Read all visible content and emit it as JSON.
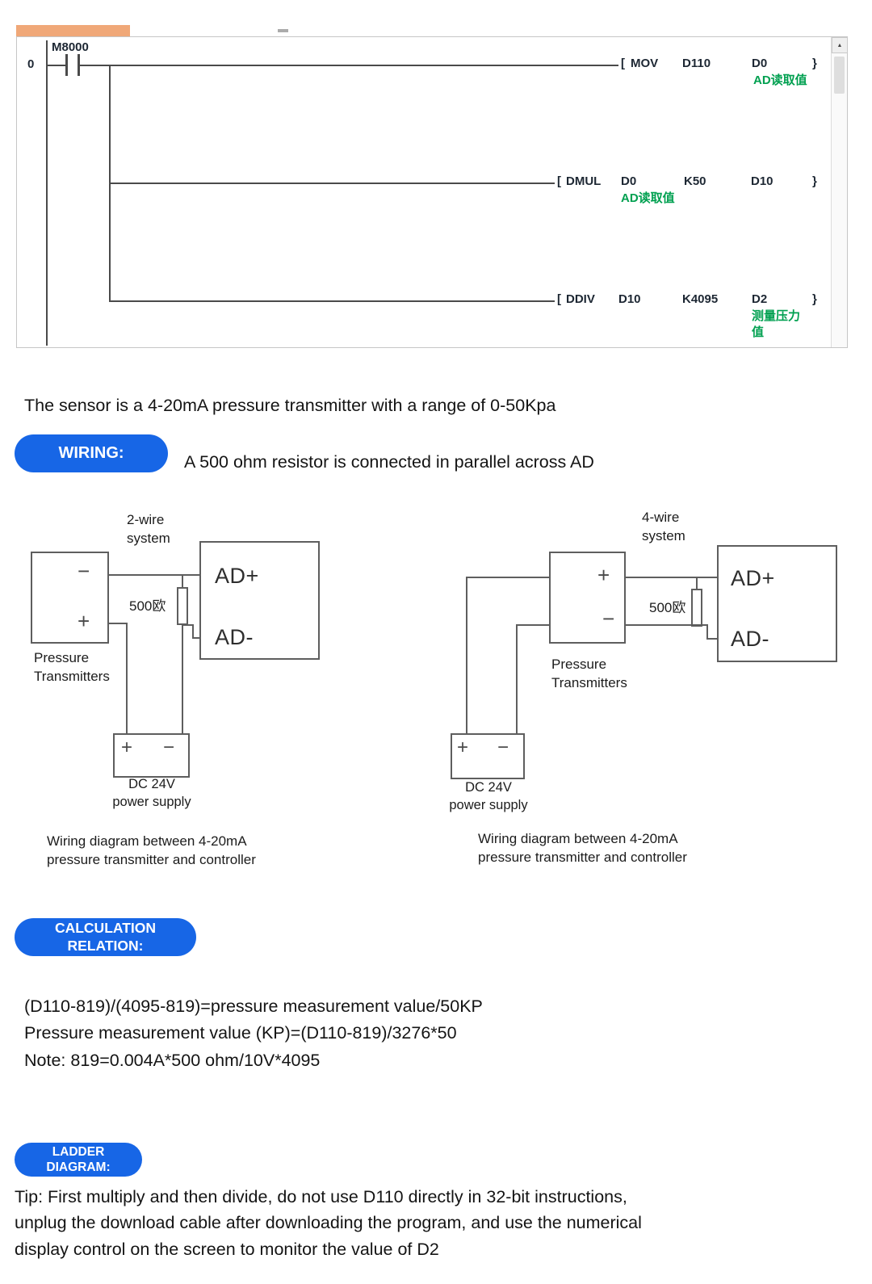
{
  "chrome": {
    "scroll_up_icon": "▲"
  },
  "ladder": {
    "rung_number": "0",
    "contact_label": "M8000",
    "rows": [
      {
        "open": "[",
        "instr": "MOV",
        "ops": [
          "D110",
          "D0"
        ],
        "close": "}",
        "annotation": "AD读取值"
      },
      {
        "open": "[",
        "instr": "DMUL",
        "ops": [
          "D0",
          "K50",
          "D10"
        ],
        "close": "}",
        "annotation": "AD读取值"
      },
      {
        "open": "[",
        "instr": "DDIV",
        "ops": [
          "D10",
          "K4095",
          "D2"
        ],
        "close": "}",
        "annotation": "测量压力值"
      }
    ]
  },
  "intro": {
    "sensor_text": "The sensor is a 4-20mA pressure transmitter with a range of 0-50Kpa"
  },
  "wiring": {
    "badge": "WIRING:",
    "note": "A 500 ohm resistor is connected in parallel across AD",
    "diagrams": [
      {
        "system_lines": [
          "2-wire",
          "system"
        ],
        "transmitter_lines": [
          "Pressure",
          "Transmitters"
        ],
        "resistor_label": "500欧",
        "ad_plus": "AD+",
        "ad_minus": "AD-",
        "t_minus": "−",
        "t_plus": "+",
        "psu_plus": "+",
        "psu_minus": "−",
        "psu_lines": [
          "DC 24V",
          "power supply"
        ],
        "caption_lines": [
          "Wiring diagram between 4-20mA",
          "pressure transmitter and controller"
        ]
      },
      {
        "system_lines": [
          "4-wire",
          "system"
        ],
        "transmitter_lines": [
          "Pressure",
          "Transmitters"
        ],
        "resistor_label": "500欧",
        "ad_plus": "AD+",
        "ad_minus": "AD-",
        "t_plus": "+",
        "t_minus": "−",
        "psu_plus": "+",
        "psu_minus": "−",
        "psu_lines": [
          "DC 24V",
          "power supply"
        ],
        "caption_lines": [
          "Wiring diagram between 4-20mA",
          "pressure transmitter and controller"
        ]
      }
    ]
  },
  "calculation": {
    "badge_lines": [
      "CALCULATION",
      "RELATION:"
    ],
    "lines": [
      "(D110-819)/(4095-819)=pressure measurement value/50KP",
      "Pressure measurement value (KP)=(D110-819)/3276*50",
      "Note: 819=0.004A*500 ohm/10V*4095"
    ]
  },
  "ladder_section": {
    "badge_lines": [
      "LADDER",
      "DIAGRAM:"
    ],
    "tip_lines": [
      "Tip: First multiply and then divide, do not use D110 directly in 32-bit instructions,",
      "unplug the download cable after downloading the program, and use the numerical",
      "display control on the screen to monitor the value of D2"
    ]
  },
  "colors": {
    "badge_blue": "#1766e6",
    "annotation_green": "#00a050",
    "tab_orange": "#f0a878"
  }
}
